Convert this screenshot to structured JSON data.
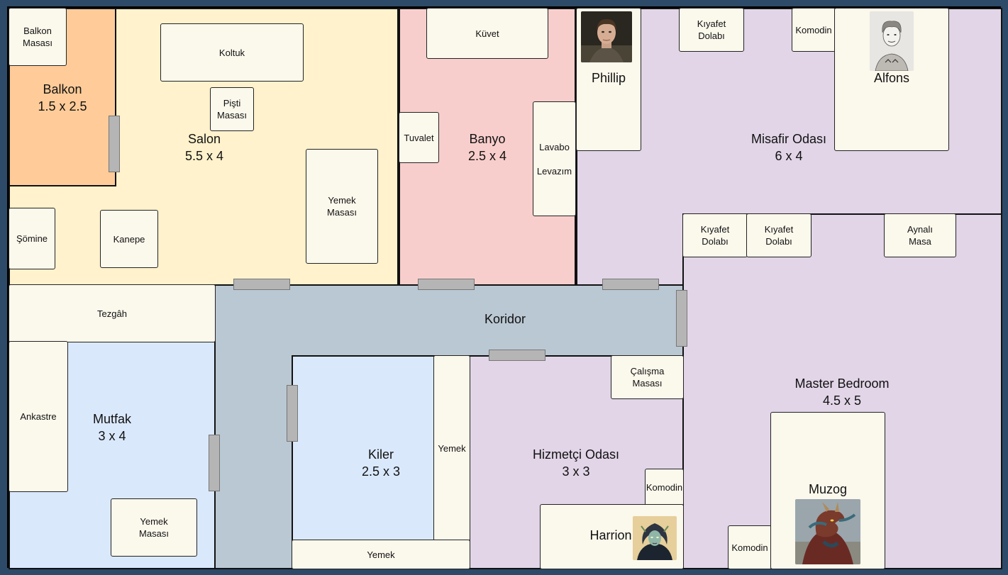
{
  "colors": {
    "frame": "#2d4a68",
    "balkon": "#ffcc99",
    "salon": "#fff2cc",
    "banyo": "#f8cecc",
    "misafir": "#e1d5e7",
    "koridor": "#bac8d3",
    "mutfak": "#dae8fc",
    "kiler": "#dae8fc",
    "hizmetci": "#e1d5e7",
    "master": "#e1d5e7",
    "furniture": "#fbf8ec",
    "door": "#b5b5b5"
  },
  "rooms": {
    "balkon": {
      "name": "Balkon",
      "size": "1.5 x 2.5"
    },
    "salon": {
      "name": "Salon",
      "size": "5.5 x 4"
    },
    "banyo": {
      "name": "Banyo",
      "size": "2.5 x 4"
    },
    "misafir": {
      "name": "Misafir Odası",
      "size": "6 x 4"
    },
    "koridor": {
      "name": "Koridor"
    },
    "mutfak": {
      "name": "Mutfak",
      "size": "3 x 4"
    },
    "kiler": {
      "name": "Kiler",
      "size": "2.5 x 3"
    },
    "hizmetci": {
      "name": "Hizmetçi Odası",
      "size": "3 x 3"
    },
    "master": {
      "name": "Master Bedroom",
      "size": "4.5 x 5"
    }
  },
  "furniture": {
    "balkon_masasi": "Balkon\nMasası",
    "koltuk": "Koltuk",
    "pisti_masasi": "Pişti\nMasası",
    "somine": "Şömine",
    "kanepe": "Kanepe",
    "salon_yemek_masasi": "Yemek\nMasası",
    "kuvet": "Küvet",
    "tuvalet": "Tuvalet",
    "lavabo": "Lavabo\n\nLevazım",
    "misafir_kiyafet": "Kıyafet\nDolabı",
    "misafir_komodin": "Komodin",
    "tezgah": "Tezgâh",
    "ankastre": "Ankastre",
    "mutfak_yemek_masasi": "Yemek\nMasası",
    "kiler_yemek_dikey": "Yemek",
    "kiler_yemek_yatay": "Yemek",
    "calisma_masasi": "Çalışma\nMasası",
    "hizmetci_komodin": "Komodin",
    "master_kiyafet_1": "Kıyafet\nDolabı",
    "master_kiyafet_2": "Kıyafet\nDolabı",
    "aynali_masa": "Aynalı\nMasa",
    "master_komodin": "Komodin"
  },
  "characters": {
    "phillip": "Phillip",
    "alfons": "Alfons",
    "harrion": "Harrion",
    "muzog": "Muzog"
  }
}
